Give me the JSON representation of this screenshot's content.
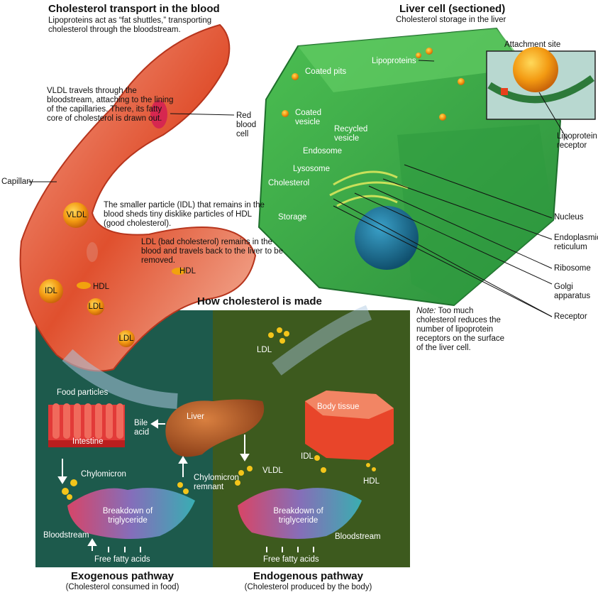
{
  "transport": {
    "title": "Cholesterol transport in the blood",
    "subtitle": "Lipoproteins act as “fat shuttles,” transporting cholesterol through the bloodstream.",
    "vldl_text": "VLDL travels through the bloodstream, attaching to the lining of the capillaries. There, its fatty core of cholesterol is drawn out.",
    "red_blood_cell": "Red blood cell",
    "capillary": "Capillary",
    "idl_text": "The smaller particle (IDL) that remains in the blood sheds tiny disklike particles of HDL (good cholesterol).",
    "ldl_text": "LDL (bad cholesterol) remains in the blood and travels back to the liver to be removed.",
    "particles": {
      "vldl": "VLDL",
      "idl": "IDL",
      "hdl1": "HDL",
      "hdl2": "HDL",
      "ldl1": "LDL",
      "ldl2": "LDL"
    }
  },
  "liver_cell": {
    "title": "Liver cell (sectioned)",
    "subtitle": "Cholesterol storage in the liver",
    "attachment_site": "Attachment site",
    "lipoproteins": "Lipoproteins",
    "coated_pits": "Coated pits",
    "coated_vesicle": "Coated vesicle",
    "recycled_vesicle": "Recycled vesicle",
    "endosome": "Endosome",
    "lysosome": "Lysosome",
    "cholesterol": "Cholesterol",
    "storage": "Storage",
    "lipoprotein_receptor": "Lipoprotein receptor",
    "nucleus": "Nucleus",
    "endoplasmic_reticulum": "Endoplasmic reticulum",
    "ribosome": "Ribosome",
    "golgi": "Golgi apparatus",
    "receptor": "Receptor",
    "note_label": "Note:",
    "note_text": " Too much cholesterol reduces the number of lipoprotein receptors on the surface of the liver cell."
  },
  "made": {
    "title": "How cholesterol is made",
    "food_particles": "Food particles",
    "intestine": "Intestine",
    "bile_acid": "Bile acid",
    "liver": "Liver",
    "chylomicron": "Chylomicron",
    "chylomicron_remnant": "Chylomicron remnant",
    "breakdown_left": "Breakdown of triglyceride",
    "breakdown_right": "Breakdown of triglyceride",
    "bloodstream_left": "Bloodstream",
    "bloodstream_right": "Bloodstream",
    "ffa_left": "Free fatty acids",
    "ffa_right": "Free fatty acids",
    "ldl": "LDL",
    "vldl": "VLDL",
    "idl": "IDL",
    "hdl": "HDL",
    "body_tissue": "Body tissue"
  },
  "pathways": {
    "exo_title": "Exogenous pathway",
    "exo_sub": "(Cholesterol consumed in food)",
    "endo_title": "Endogenous pathway",
    "endo_sub": "(Cholesterol produced by the body)"
  },
  "colors": {
    "exo_bg": "#1d5a4c",
    "endo_bg": "#3d5a1e",
    "cell_green": "#3fa845",
    "vessel_red": "#d9442a"
  }
}
